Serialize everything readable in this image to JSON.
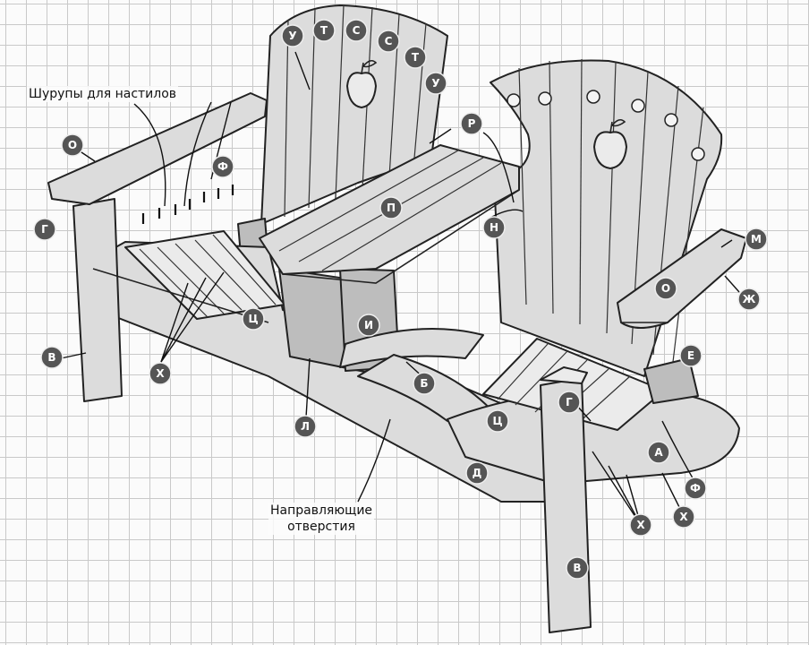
{
  "captions": {
    "deck_screws": "Шурупы для настилов",
    "pilot_holes_line1": "Направляющие",
    "pilot_holes_line2": "отверстия"
  },
  "callouts": [
    {
      "id": "u1",
      "letter": "У"
    },
    {
      "id": "t1",
      "letter": "Т"
    },
    {
      "id": "s1",
      "letter": "С"
    },
    {
      "id": "s2",
      "letter": "С"
    },
    {
      "id": "t2",
      "letter": "Т"
    },
    {
      "id": "u2",
      "letter": "У"
    },
    {
      "id": "r",
      "letter": "Р"
    },
    {
      "id": "o1",
      "letter": "О"
    },
    {
      "id": "f1",
      "letter": "Ф"
    },
    {
      "id": "g1",
      "letter": "Г"
    },
    {
      "id": "p",
      "letter": "П"
    },
    {
      "id": "n",
      "letter": "Н"
    },
    {
      "id": "m",
      "letter": "М"
    },
    {
      "id": "o2",
      "letter": "О"
    },
    {
      "id": "zh",
      "letter": "Ж"
    },
    {
      "id": "ts1",
      "letter": "Ц"
    },
    {
      "id": "i",
      "letter": "И"
    },
    {
      "id": "v1",
      "letter": "В"
    },
    {
      "id": "kh1",
      "letter": "Х"
    },
    {
      "id": "e",
      "letter": "Е"
    },
    {
      "id": "b",
      "letter": "Б"
    },
    {
      "id": "g2",
      "letter": "Г"
    },
    {
      "id": "l",
      "letter": "Л"
    },
    {
      "id": "ts2",
      "letter": "Ц"
    },
    {
      "id": "a",
      "letter": "А"
    },
    {
      "id": "d",
      "letter": "Д"
    },
    {
      "id": "f2",
      "letter": "Ф"
    },
    {
      "id": "kh2",
      "letter": "Х"
    },
    {
      "id": "kh3",
      "letter": "Х"
    },
    {
      "id": "v2",
      "letter": "В"
    }
  ],
  "colors": {
    "badge_fill": "#555555",
    "badge_text": "#ffffff",
    "grid": "#c9c9c9",
    "wood": "#dcdcdc",
    "outline": "#222222"
  },
  "icons": {
    "apple_cutout": "apple-icon"
  }
}
